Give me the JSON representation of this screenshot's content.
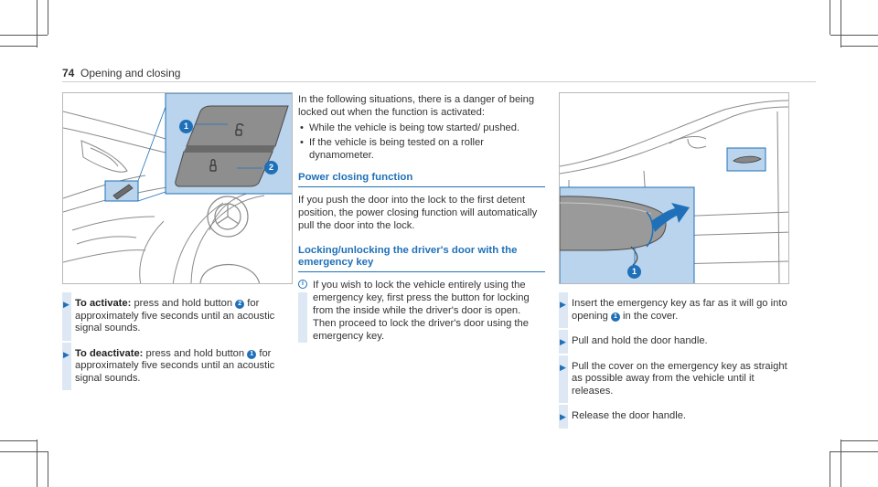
{
  "header": {
    "page_number": "74",
    "title": "Opening and closing"
  },
  "figure_a": {
    "callouts": [
      "1",
      "2"
    ]
  },
  "figure_b": {
    "callouts": [
      "1"
    ]
  },
  "col1": {
    "steps": [
      {
        "label": "To activate:",
        "text_before": " press and hold button ",
        "badge": "2",
        "text_after": " for approximately five seconds until an acoustic signal sounds."
      },
      {
        "label": "To deactivate:",
        "text_before": " press and hold button ",
        "badge": "1",
        "text_after": " for approximately five seconds until an acoustic signal sounds."
      }
    ]
  },
  "col2": {
    "intro": "In the following situations, there is a danger of being locked out when the function is activated:",
    "bullets": [
      "While the vehicle is being tow started/ pushed.",
      "If the vehicle is being tested on a roller dynamometer."
    ],
    "power_closing": {
      "title": "Power closing function",
      "text": "If you push the door into the lock to the first detent position, the power closing function will automatically pull the door into the lock."
    },
    "emergency_key": {
      "title": "Locking/unlocking the driver's door with the emergency key",
      "note_icon": "i",
      "note": "If you wish to lock the vehicle entirely using the emergency key, first press the button for locking from the inside while the driver's door is open. Then proceed to lock the driver's door using the emergency key."
    }
  },
  "col3": {
    "steps": [
      {
        "text_before": "Insert the emergency key as far as it will go into opening ",
        "badge": "1",
        "text_after": " in the cover."
      },
      {
        "text": "Pull and hold the door handle."
      },
      {
        "text": "Pull the cover on the emergency key as straight as possible away from the vehicle until it releases."
      },
      {
        "text": "Release the door handle."
      }
    ]
  },
  "colors": {
    "accent": "#1f70b8",
    "highlight": "#b9d4ec",
    "step_bar": "#dde8f4"
  }
}
